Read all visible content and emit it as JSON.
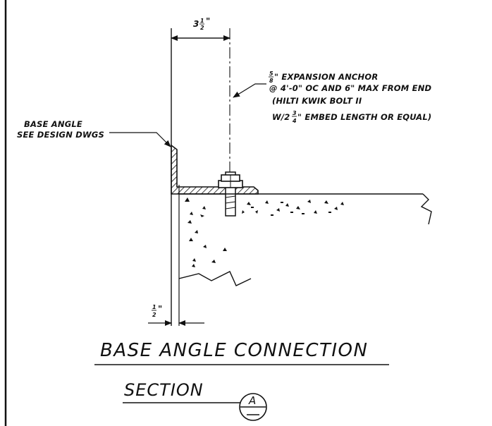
{
  "drawing": {
    "dim_top": {
      "whole": "3",
      "num": "1",
      "den": "2",
      "unit": "\""
    },
    "dim_bottom": {
      "num": "1",
      "den": "2",
      "unit": "\""
    },
    "label_left": {
      "line1": "BASE ANGLE",
      "line2": "SEE DESIGN DWGS"
    },
    "anchor_note": {
      "frac_num": "5",
      "frac_den": "8",
      "line1": "\" EXPANSION ANCHOR",
      "line2": "@ 4'-0\" OC AND 6\" MAX FROM END",
      "line3": "(HILTI KWIK BOLT II",
      "line4_prefix": "W/2",
      "line4_num": "3",
      "line4_den": "4",
      "line4_suffix": "\" EMBED LENGTH OR EQUAL)"
    },
    "title": "BASE ANGLE CONNECTION",
    "subtitle": "SECTION",
    "section_mark": "A"
  },
  "colors": {
    "ink": "#111111",
    "paper": "#ffffff"
  }
}
